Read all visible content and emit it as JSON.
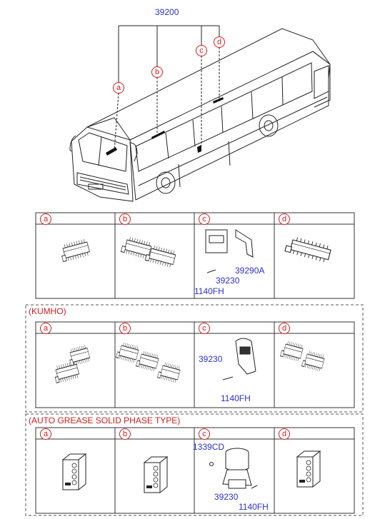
{
  "part_main": "39200",
  "callouts": [
    "a",
    "b",
    "c",
    "d"
  ],
  "std_row": {
    "c_labels": [
      "39290A",
      "39230",
      "1140FH"
    ]
  },
  "kumho": {
    "title": "(KUMHO)",
    "c_labels": [
      "39230",
      "1140FH"
    ]
  },
  "grease": {
    "title": "(AUTO GREASE SOLID PHASE TYPE)",
    "c_labels": [
      "1339CD",
      "39230",
      "1140FH"
    ]
  },
  "colors": {
    "part_number": "#2a2fd0",
    "callout": "#d21c1c",
    "line": "#222222"
  }
}
